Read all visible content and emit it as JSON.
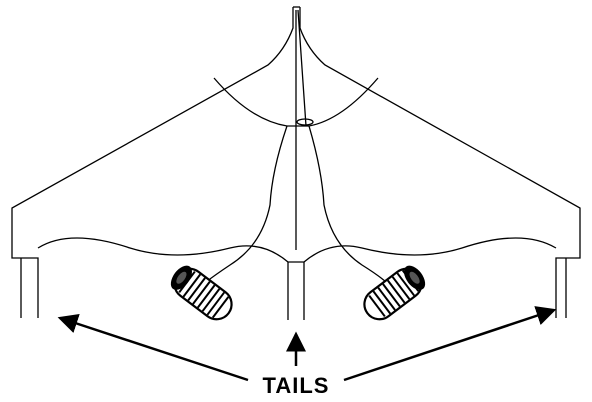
{
  "diagram": {
    "label": "TAILS",
    "arrow_count": 3,
    "drogue_count": 2,
    "colors": {
      "stroke": "#000000",
      "background": "#ffffff"
    }
  }
}
